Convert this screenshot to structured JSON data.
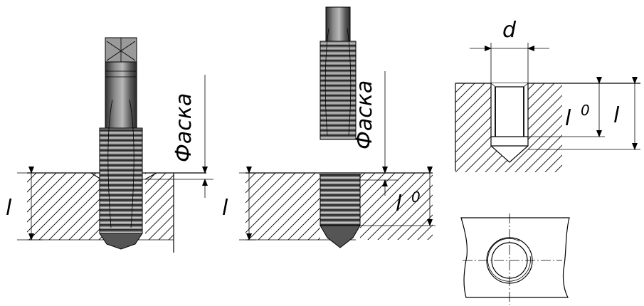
{
  "labels": {
    "chamfer_left": "Фаска",
    "chamfer_middle": "Фаска",
    "depth_left": "l",
    "depth_middle": "l",
    "thread_length_middle": "l",
    "thread_length_middle_sub": "0",
    "diameter_right": "d",
    "thread_length_right": "l",
    "thread_length_right_sub": "0",
    "depth_right": "l"
  },
  "colors": {
    "line": "#000000",
    "tool_dark": "#3c3c3c",
    "tool_mid": "#6e6e6e",
    "tool_light": "#a8a8a8",
    "background": "#ffffff"
  }
}
